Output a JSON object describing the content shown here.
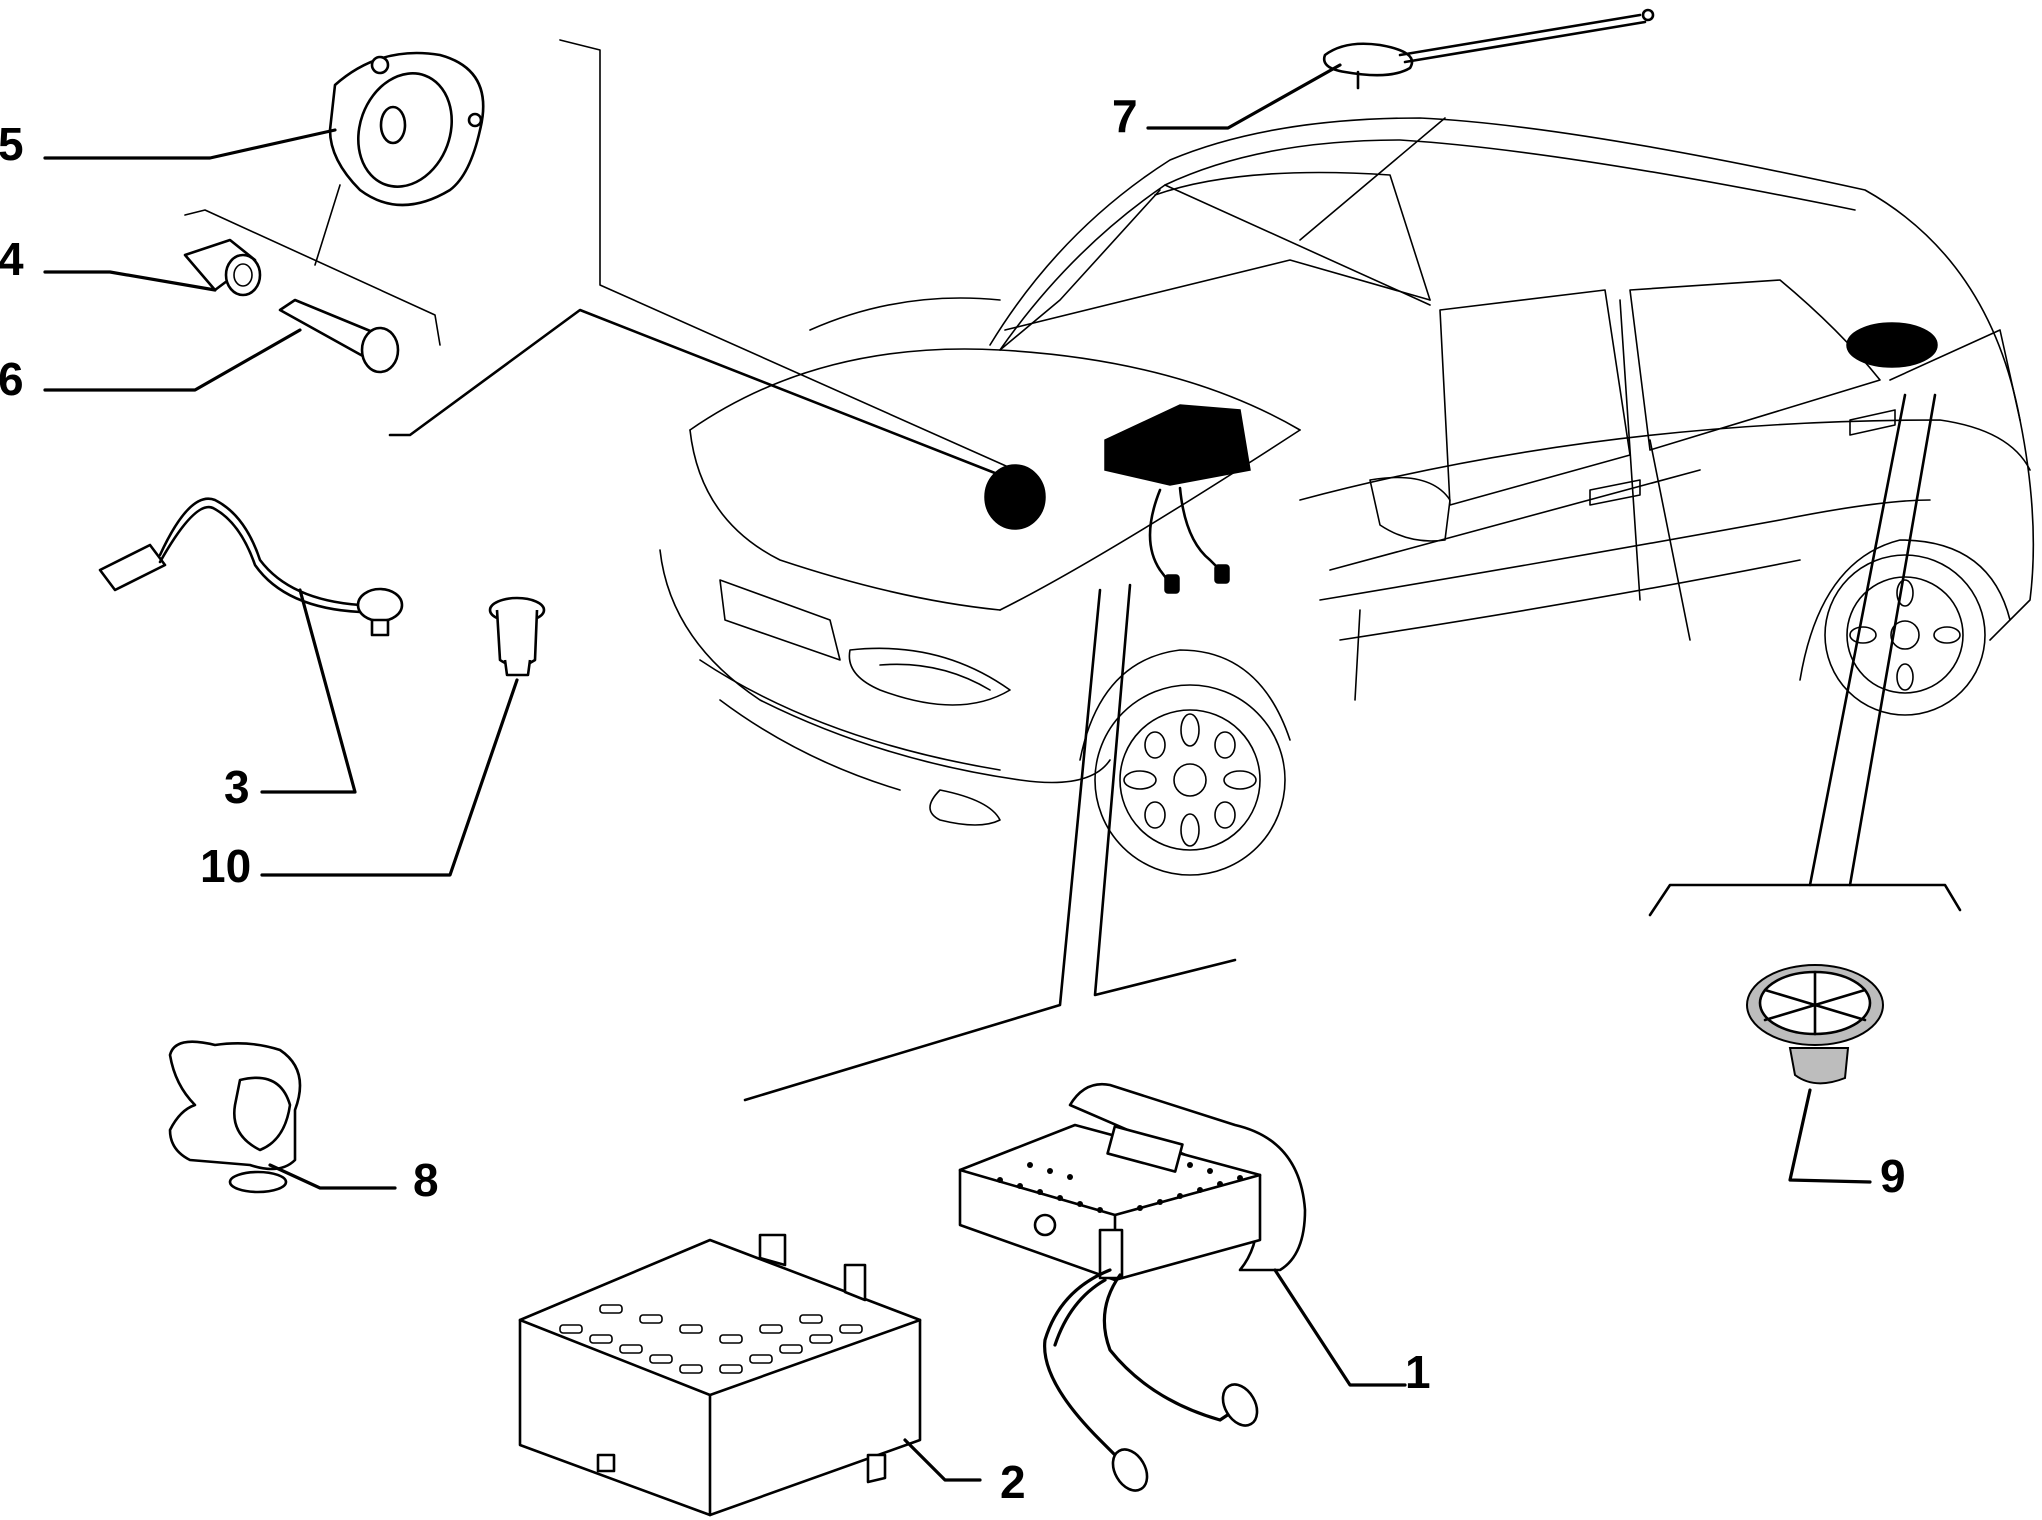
{
  "callouts": [
    {
      "id": "1",
      "label": "1"
    },
    {
      "id": "2",
      "label": "2"
    },
    {
      "id": "3",
      "label": "3"
    },
    {
      "id": "4",
      "label": "4"
    },
    {
      "id": "5",
      "label": "5"
    },
    {
      "id": "6",
      "label": "6"
    },
    {
      "id": "7",
      "label": "7"
    },
    {
      "id": "8",
      "label": "8"
    },
    {
      "id": "9",
      "label": "9"
    },
    {
      "id": "10",
      "label": "10"
    }
  ],
  "parts": [
    {
      "callout": "1",
      "icon": "radio-unit-with-bracket-icon"
    },
    {
      "callout": "2",
      "icon": "amplifier-box-icon"
    },
    {
      "callout": "3",
      "icon": "antenna-cable-icon"
    },
    {
      "callout": "4",
      "icon": "tweeter-connector-icon"
    },
    {
      "callout": "5",
      "icon": "speaker-ring-icon"
    },
    {
      "callout": "6",
      "icon": "fastener-pin-icon"
    },
    {
      "callout": "7",
      "icon": "roof-antenna-icon"
    },
    {
      "callout": "8",
      "icon": "cable-clip-icon"
    },
    {
      "callout": "9",
      "icon": "rear-speaker-icon"
    },
    {
      "callout": "10",
      "icon": "grommet-icon"
    }
  ],
  "colors": {
    "line": "#000000",
    "background": "#ffffff",
    "shade": "#bdbdbd"
  }
}
